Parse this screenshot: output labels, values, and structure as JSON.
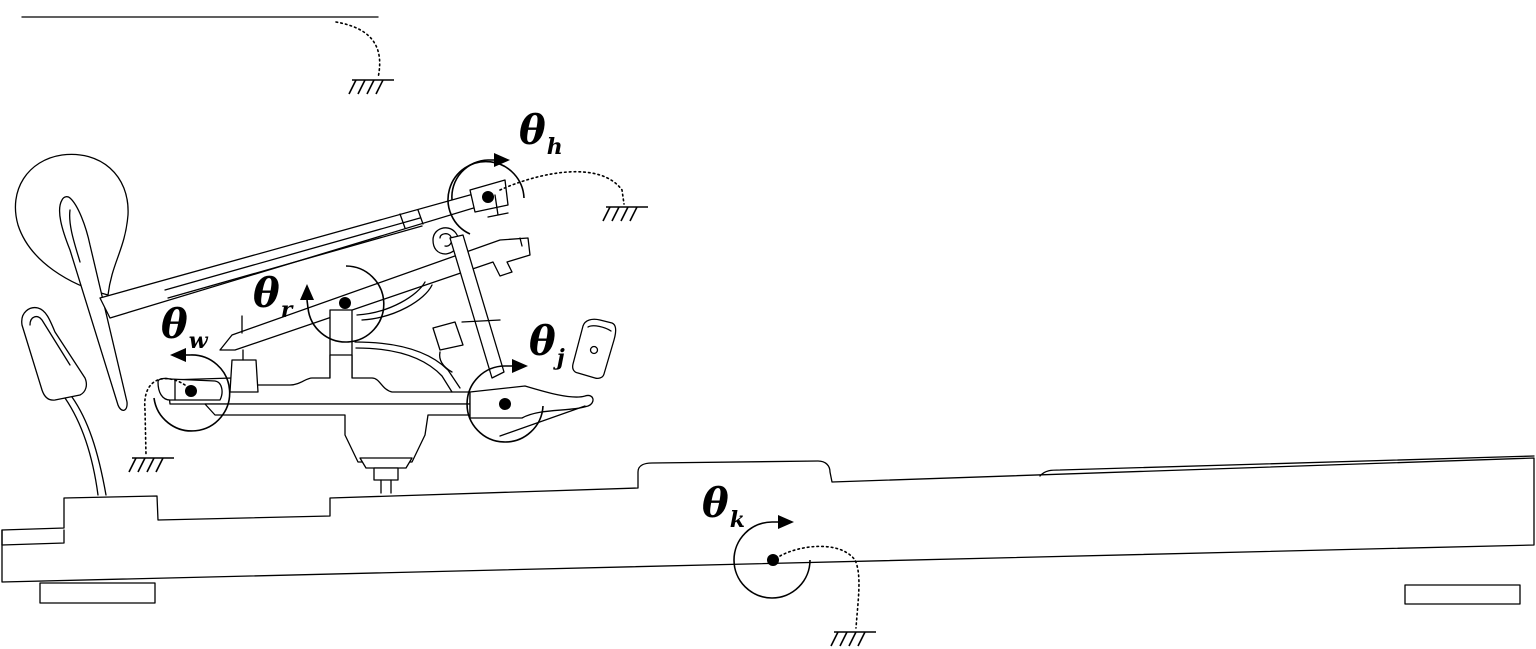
{
  "diagram": {
    "labels": {
      "hammer": {
        "symbol": "θ",
        "sub": "h"
      },
      "repetition": {
        "symbol": "θ",
        "sub": "r"
      },
      "wippen": {
        "symbol": "θ",
        "sub": "w"
      },
      "jack": {
        "symbol": "θ",
        "sub": "j"
      },
      "key": {
        "symbol": "θ",
        "sub": "k"
      }
    }
  }
}
